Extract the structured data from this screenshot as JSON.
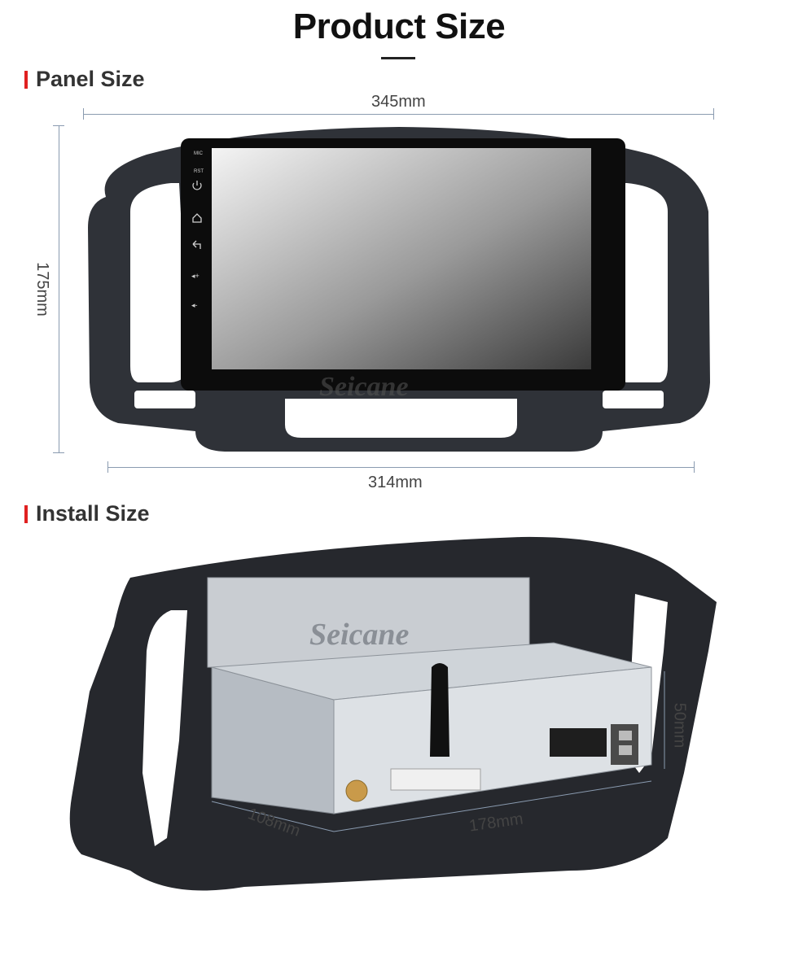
{
  "title": "Product Size",
  "sections": {
    "panel": {
      "heading": "Panel Size",
      "width_top": "345mm",
      "width_bottom": "314mm",
      "height": "175mm",
      "brand": "Seicane",
      "buttons": [
        "MIC",
        "RST",
        "power-icon",
        "home-icon",
        "back-icon",
        "volume-up-icon",
        "volume-down-icon"
      ]
    },
    "install": {
      "heading": "Install Size",
      "brand": "Seicane",
      "depth": "108mm",
      "width": "178mm",
      "height": "50mm"
    }
  },
  "colors": {
    "accent": "#e02020",
    "frame": "#2f3238",
    "dimension_line": "#8a9bb0"
  }
}
